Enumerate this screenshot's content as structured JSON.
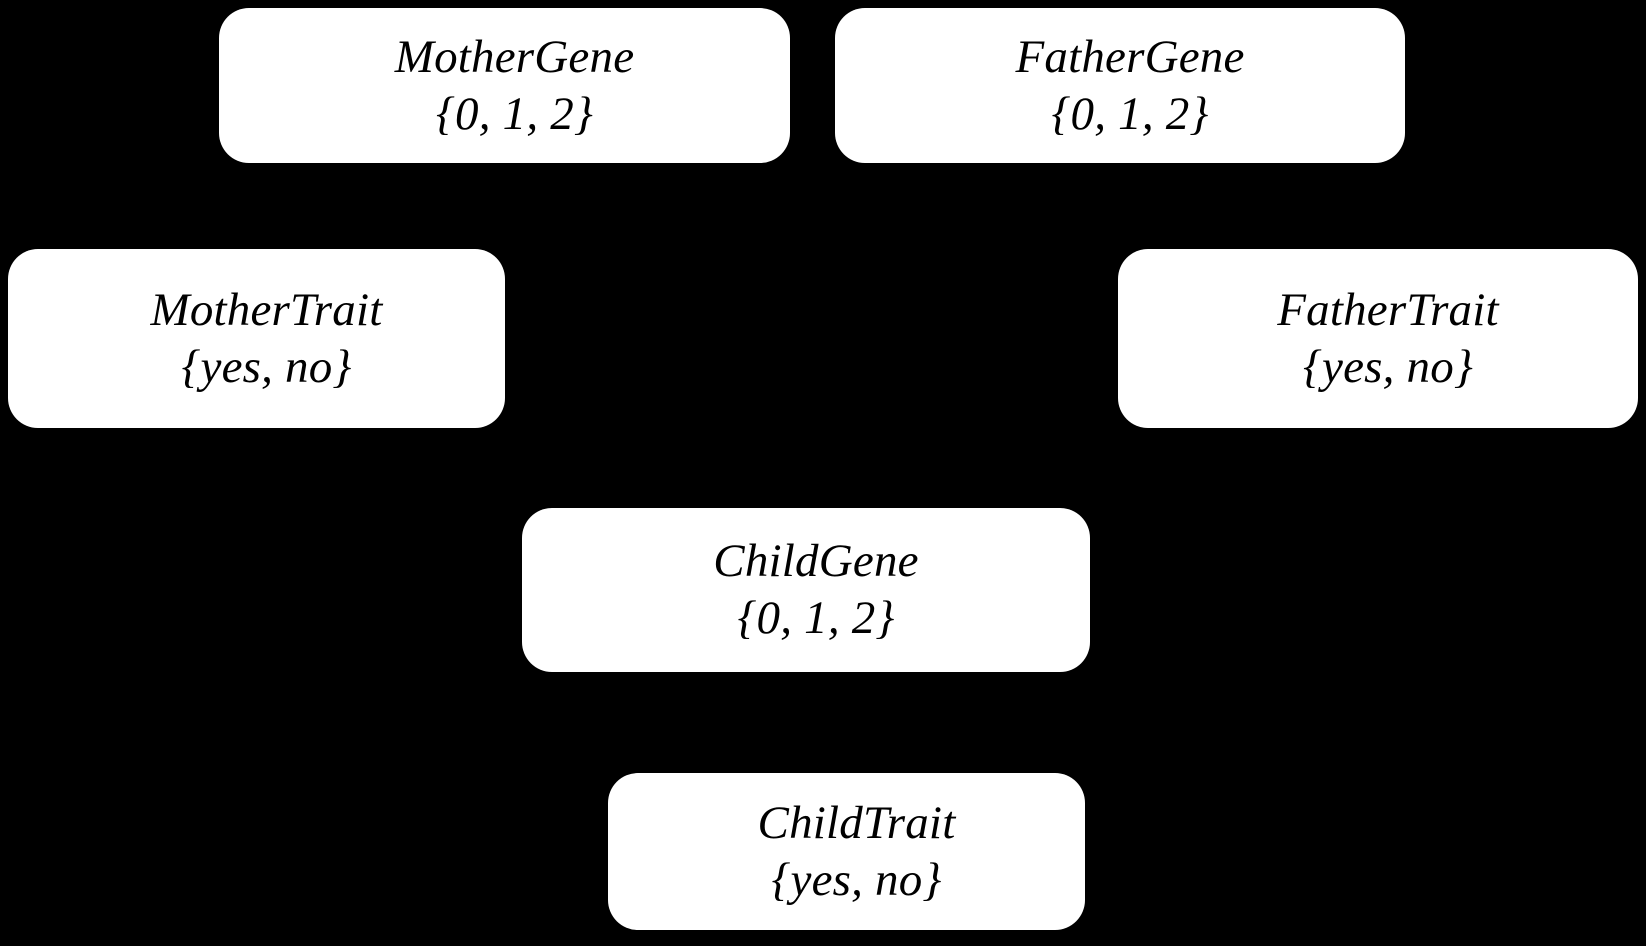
{
  "diagram": {
    "type": "bayesian-network",
    "background_color": "#000000",
    "node_fill_color": "#FFFFFF",
    "node_text_color": "#000000",
    "nodes": [
      {
        "id": "mother-gene",
        "name": "MotherGene",
        "domain": "{0, 1, 2}"
      },
      {
        "id": "father-gene",
        "name": "FatherGene",
        "domain": "{0, 1, 2}"
      },
      {
        "id": "mother-trait",
        "name": "MotherTrait",
        "domain": "{yes, no}"
      },
      {
        "id": "father-trait",
        "name": "FatherTrait",
        "domain": "{yes, no}"
      },
      {
        "id": "child-gene",
        "name": "ChildGene",
        "domain": "{0, 1, 2}"
      },
      {
        "id": "child-trait",
        "name": "ChildTrait",
        "domain": "{yes, no}"
      }
    ]
  }
}
